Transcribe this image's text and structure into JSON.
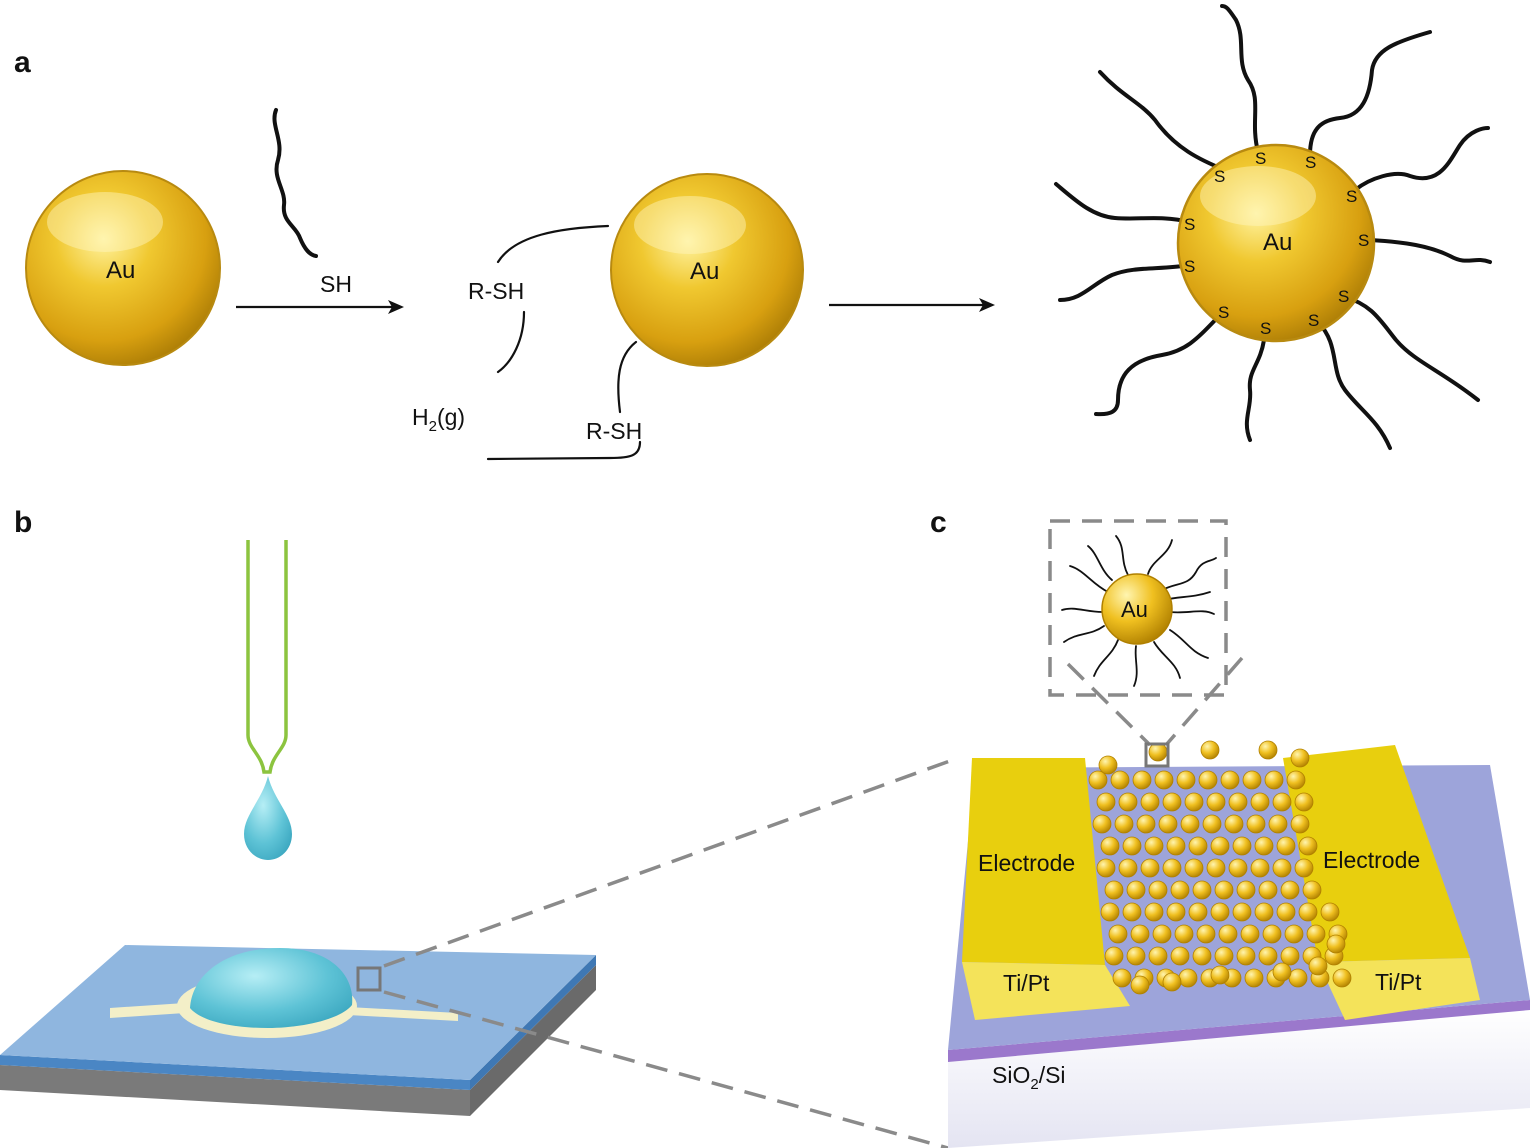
{
  "panels": {
    "a": "a",
    "b": "b",
    "c": "c"
  },
  "panel_a": {
    "au_label": "Au",
    "reagent_label": "SH",
    "thiol_label_1": "R-SH",
    "thiol_label_2": "R-SH",
    "gas_label": "H",
    "gas_subscript": "2",
    "gas_suffix": "(g)",
    "bond_label": "S"
  },
  "panel_c": {
    "au_label": "Au",
    "electrode_left": "Electrode",
    "electrode_right": "Electrode",
    "contact_left": "Ti/Pt",
    "contact_right": "Ti/Pt",
    "substrate_main": "SiO",
    "substrate_subscript": "2",
    "substrate_suffix": "/Si"
  },
  "colors": {
    "gold": "#e0b520",
    "electrode": "#e8cf0e",
    "contact": "#f4e35a",
    "oxide": "#9da4da",
    "chip_blue": "#8fb6df",
    "droplet": "#5ec3d6",
    "pipette": "#8cc43f"
  }
}
